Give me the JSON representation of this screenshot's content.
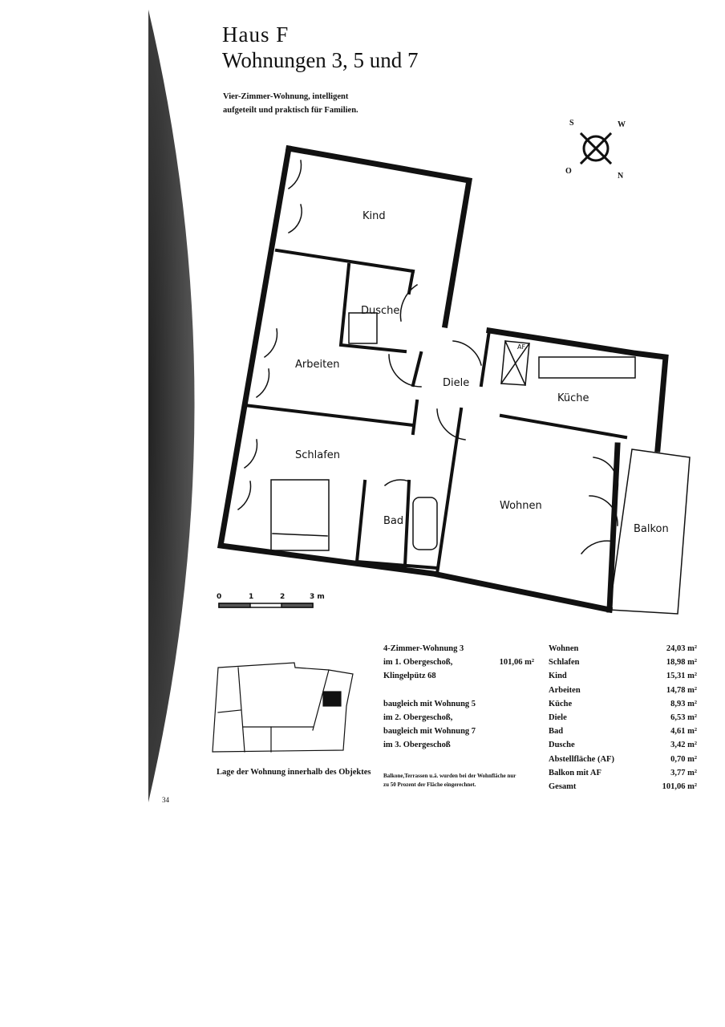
{
  "header": {
    "title_line1": "Haus F",
    "title_line2": "Wohnungen 3, 5 und 7",
    "subtitle": "Vier-Zimmer-Wohnung, intelligent aufgeteilt und praktisch für Familien."
  },
  "compass": {
    "s": "S",
    "w": "W",
    "o": "O",
    "n": "N"
  },
  "rooms": {
    "kind": "Kind",
    "dusche": "Dusche",
    "arbeiten": "Arbeiten",
    "diele": "Diele",
    "kueche": "Küche",
    "af": "AF",
    "schlafen": "Schlafen",
    "bad": "Bad",
    "wohnen": "Wohnen",
    "balkon": "Balkon"
  },
  "scale": {
    "ticks": [
      "0",
      "1",
      "2",
      "3 m"
    ]
  },
  "apartment": {
    "line1": "4-Zimmer-Wohnung 3",
    "line2": "im 1. Obergeschoß,",
    "area": "101,06 m²",
    "line3": "Klingelpütz 68",
    "line4": "baugleich mit Wohnung 5",
    "line5": "im 2. Obergeschoß,",
    "line6": "baugleich mit Wohnung 7",
    "line7": "im 3. Obergeschoß"
  },
  "note": "Balkone,Terrassen u.ä. wurden bei der Wohnfläche nur zu 50 Prozent der Fläche eingerechnet.",
  "key_plan_caption": "Lage der Wohnung innerhalb des Objektes",
  "areas": [
    {
      "room": "Wohnen",
      "value": "24,03 m²"
    },
    {
      "room": "Schlafen",
      "value": "18,98 m²"
    },
    {
      "room": "Kind",
      "value": "15,31 m²"
    },
    {
      "room": "Arbeiten",
      "value": "14,78 m²"
    },
    {
      "room": "Küche",
      "value": "8,93 m²"
    },
    {
      "room": "Diele",
      "value": "6,53 m²"
    },
    {
      "room": "Bad",
      "value": "4,61 m²"
    },
    {
      "room": "Dusche",
      "value": "3,42 m²"
    },
    {
      "room": "Abstellfläche (AF)",
      "value": "0,70 m²"
    },
    {
      "room": "Balkon mit AF",
      "value": "3,77 m²"
    },
    {
      "room": "Gesamt",
      "value": "101,06 m²"
    }
  ],
  "page_number": "34"
}
